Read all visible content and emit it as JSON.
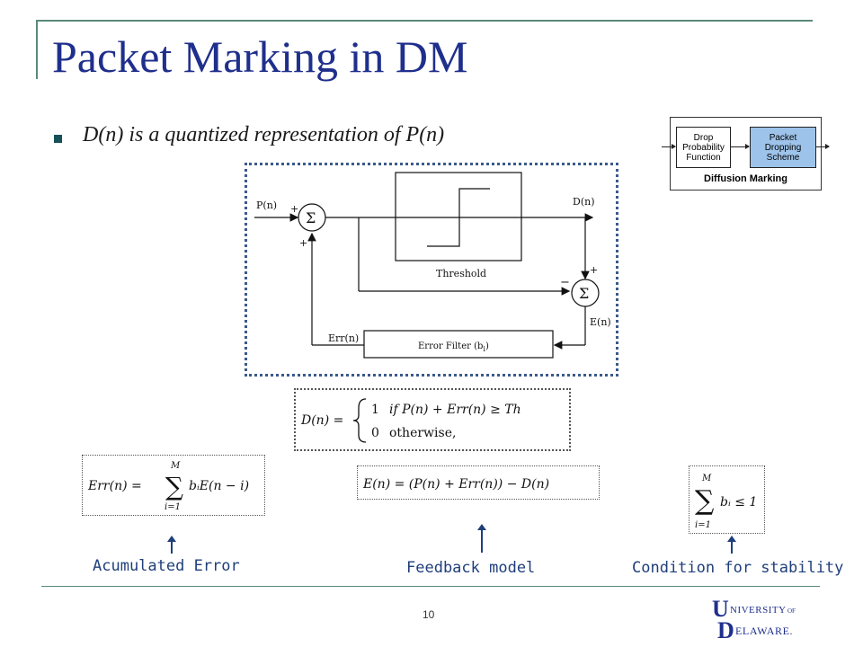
{
  "slide": {
    "title": "Packet Marking in DM",
    "bullet": {
      "dn": "D(n)",
      "middle": " is a quantized representation of ",
      "pn": "P(n)"
    },
    "page_number": "10"
  },
  "inset_diagram": {
    "box1": "Drop Probability Function",
    "box2": "Packet Dropping Scheme",
    "caption": "Diffusion Marking"
  },
  "block_diagram": {
    "input": "P(n)",
    "output": "D(n)",
    "sum_symbol": "Σ",
    "plus": "+",
    "minus": "−",
    "threshold": "Threshold",
    "error_filter": "Error Filter (b",
    "error_filter_sub": "i",
    "error_filter_close": ")",
    "err": "Err(n)",
    "e": "E(n)"
  },
  "equations": {
    "dn_lhs": "D(n) =",
    "dn_case1_val": "1",
    "dn_case1_cond": "if P(n) + Err(n) ≥ Th",
    "dn_case0_val": "0",
    "dn_case0_cond": "otherwise,",
    "err_lhs": "Err(n) =",
    "err_sum_top": "M",
    "err_sum_bottom": "i=1",
    "err_rhs": "bᵢE(n − i)",
    "en": "E(n) = (P(n) + Err(n)) − D(n)",
    "cond_top": "M",
    "cond_bottom": "i=1",
    "cond_rhs": "bᵢ ≤ 1"
  },
  "captions": {
    "left": "Acumulated Error",
    "middle": "Feedback model",
    "right": "Condition for stability"
  },
  "logo": {
    "text": "UNIVERSITY OF DELAWARE"
  },
  "colors": {
    "title": "#1f2f8c",
    "accent_line": "#5a8a78",
    "caption": "#1f3f7a",
    "packet_box": "#9dc3ea"
  }
}
